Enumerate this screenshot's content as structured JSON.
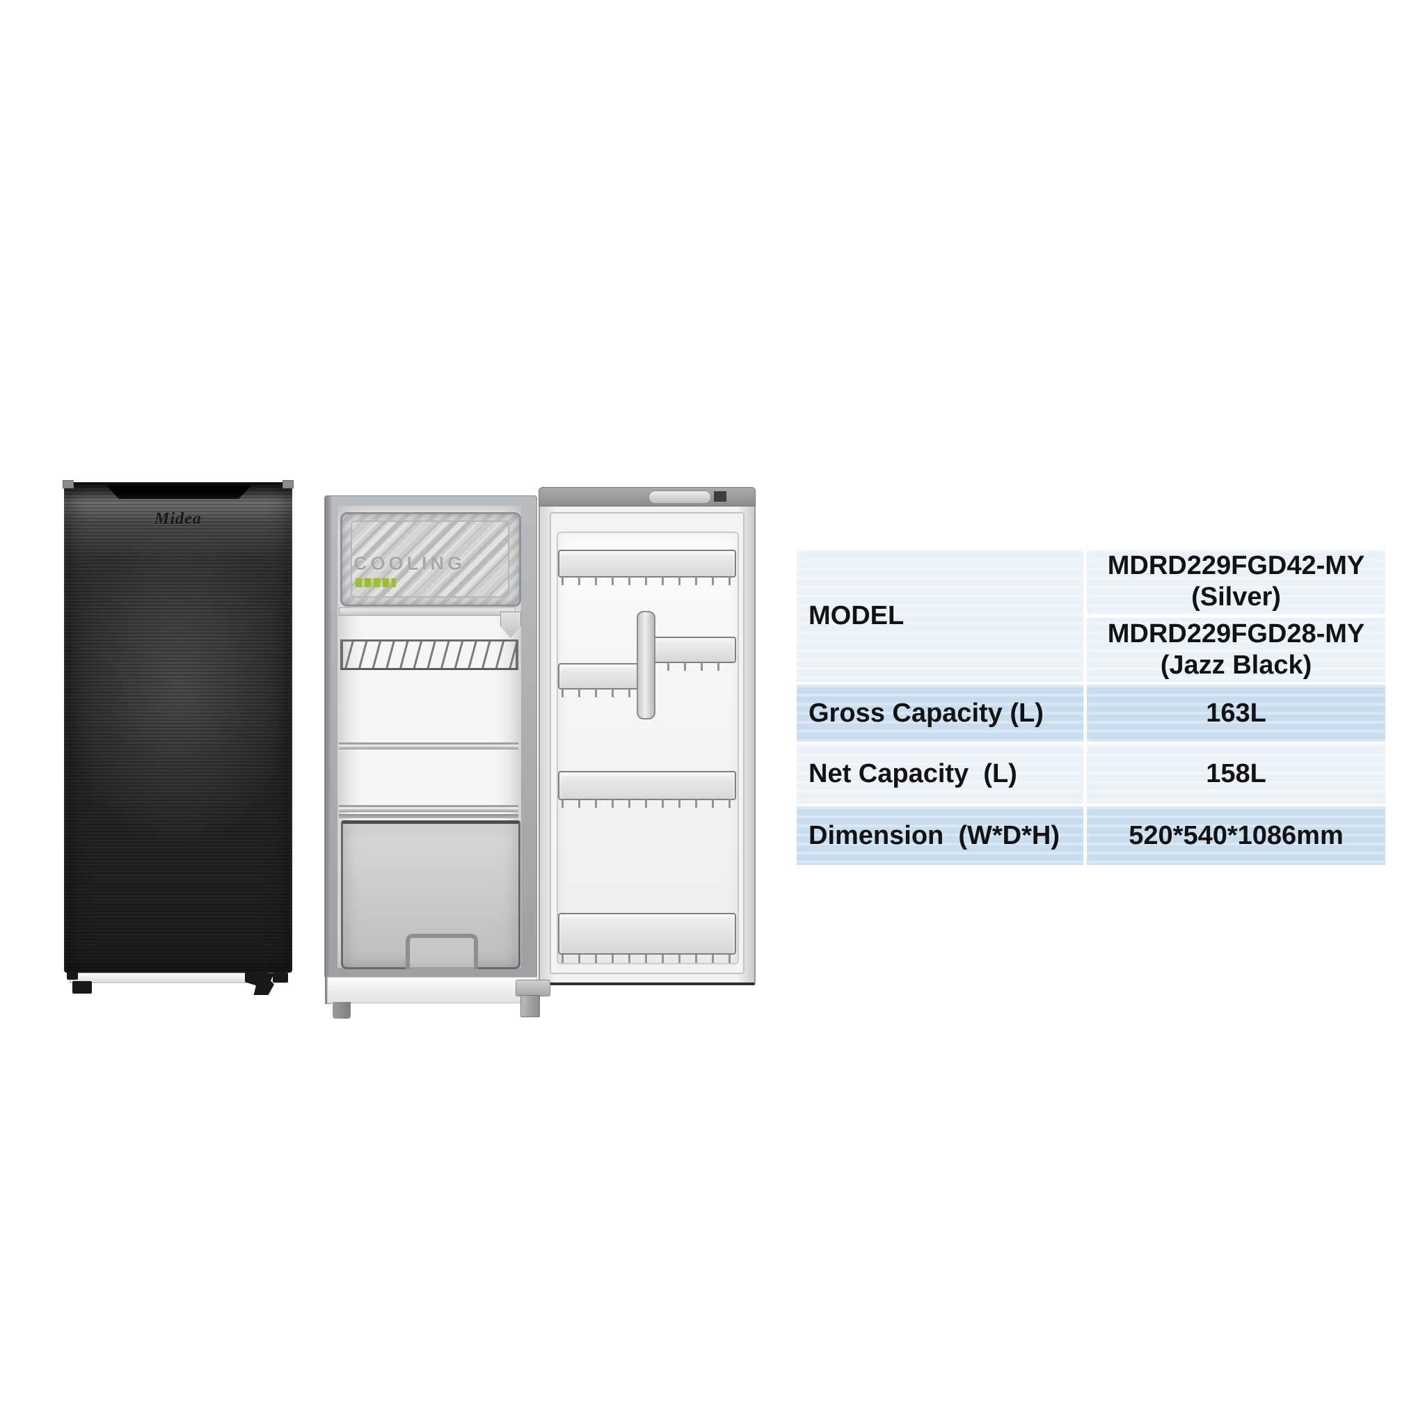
{
  "product": {
    "brand_logo": "Midea",
    "freezer_label": "COOLING"
  },
  "spec_table": {
    "model": {
      "label": "MODEL",
      "variants": [
        {
          "name": "MDRD229FGD42-MY",
          "finish": "(Silver)"
        },
        {
          "name": "MDRD229FGD28-MY",
          "finish": "(Jazz Black)"
        }
      ]
    },
    "gross": {
      "label": "Gross Capacity (L)",
      "value": "163L"
    },
    "net": {
      "label": "Net Capacity  (L)",
      "value": "158L"
    },
    "dimension": {
      "label": "Dimension  (W*D*H)",
      "value": "520*540*1086mm"
    }
  },
  "colors": {
    "row_light": "#eaf2f8",
    "row_blue": "#c8deef",
    "table_grid": "#ffffff",
    "accent_green": "#9bbf2e",
    "fridge_black": "#222222"
  }
}
